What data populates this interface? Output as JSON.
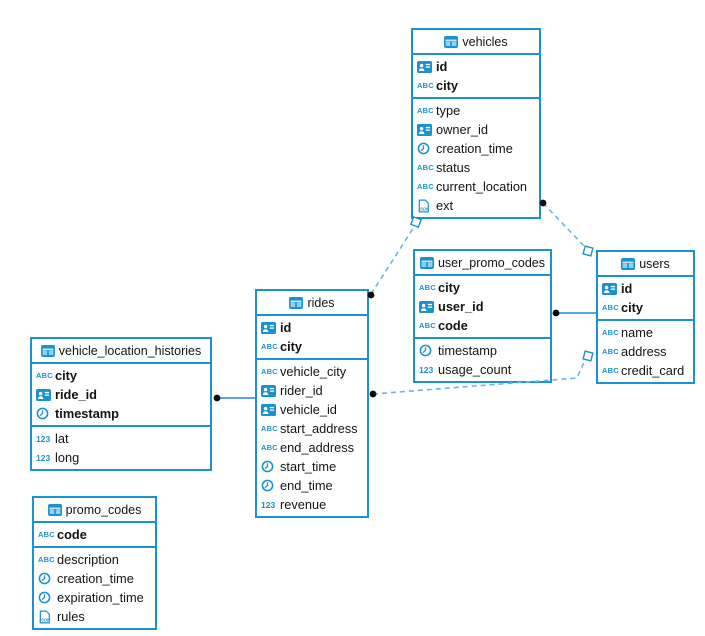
{
  "diagram": {
    "type": "er-diagram",
    "colors": {
      "primary": "#1b91d0",
      "dashed_relation_line": "#66b9e6",
      "solid_relation_line": "#1b91d0",
      "connector_dot": "#0a0a0a",
      "text": "#141414",
      "background": "#ffffff"
    },
    "icon_labels": {
      "abc": "ABC",
      "num": "123",
      "json": "JSON"
    },
    "tables": [
      {
        "name": "vehicles",
        "columns": [
          {
            "name": "id",
            "icon": "id-card",
            "pk": true
          },
          {
            "name": "city",
            "icon": "abc",
            "pk": true
          },
          {
            "name": "type",
            "icon": "abc",
            "pk": false
          },
          {
            "name": "owner_id",
            "icon": "id-card",
            "pk": false
          },
          {
            "name": "creation_time",
            "icon": "clock",
            "pk": false
          },
          {
            "name": "status",
            "icon": "abc",
            "pk": false
          },
          {
            "name": "current_location",
            "icon": "abc",
            "pk": false
          },
          {
            "name": "ext",
            "icon": "json",
            "pk": false
          }
        ]
      },
      {
        "name": "user_promo_codes",
        "columns": [
          {
            "name": "city",
            "icon": "abc",
            "pk": true
          },
          {
            "name": "user_id",
            "icon": "id-card",
            "pk": true
          },
          {
            "name": "code",
            "icon": "abc",
            "pk": true
          },
          {
            "name": "timestamp",
            "icon": "clock",
            "pk": false
          },
          {
            "name": "usage_count",
            "icon": "num",
            "pk": false
          }
        ]
      },
      {
        "name": "users",
        "columns": [
          {
            "name": "id",
            "icon": "id-card",
            "pk": true
          },
          {
            "name": "city",
            "icon": "abc",
            "pk": true
          },
          {
            "name": "name",
            "icon": "abc",
            "pk": false
          },
          {
            "name": "address",
            "icon": "abc",
            "pk": false
          },
          {
            "name": "credit_card",
            "icon": "abc",
            "pk": false
          }
        ]
      },
      {
        "name": "rides",
        "columns": [
          {
            "name": "id",
            "icon": "id-card",
            "pk": true
          },
          {
            "name": "city",
            "icon": "abc",
            "pk": true
          },
          {
            "name": "vehicle_city",
            "icon": "abc",
            "pk": false
          },
          {
            "name": "rider_id",
            "icon": "id-card",
            "pk": false
          },
          {
            "name": "vehicle_id",
            "icon": "id-card",
            "pk": false
          },
          {
            "name": "start_address",
            "icon": "abc",
            "pk": false
          },
          {
            "name": "end_address",
            "icon": "abc",
            "pk": false
          },
          {
            "name": "start_time",
            "icon": "clock",
            "pk": false
          },
          {
            "name": "end_time",
            "icon": "clock",
            "pk": false
          },
          {
            "name": "revenue",
            "icon": "num",
            "pk": false
          }
        ]
      },
      {
        "name": "vehicle_location_histories",
        "columns": [
          {
            "name": "city",
            "icon": "abc",
            "pk": true
          },
          {
            "name": "ride_id",
            "icon": "id-card",
            "pk": true
          },
          {
            "name": "timestamp",
            "icon": "clock",
            "pk": true
          },
          {
            "name": "lat",
            "icon": "num",
            "pk": false
          },
          {
            "name": "long",
            "icon": "num",
            "pk": false
          }
        ]
      },
      {
        "name": "promo_codes",
        "columns": [
          {
            "name": "code",
            "icon": "abc",
            "pk": true
          },
          {
            "name": "description",
            "icon": "abc",
            "pk": false
          },
          {
            "name": "creation_time",
            "icon": "clock",
            "pk": false
          },
          {
            "name": "expiration_time",
            "icon": "clock",
            "pk": false
          },
          {
            "name": "rules",
            "icon": "json",
            "pk": false
          }
        ]
      }
    ],
    "relations": [
      {
        "from": "vehicle_location_histories",
        "to": "rides",
        "line": "solid"
      },
      {
        "from": "user_promo_codes",
        "to": "users",
        "line": "solid"
      },
      {
        "from": "rides",
        "to": "vehicles",
        "line": "dashed"
      },
      {
        "from": "vehicles",
        "to": "users",
        "line": "dashed"
      },
      {
        "from": "rides",
        "to": "users",
        "line": "dashed"
      }
    ]
  }
}
